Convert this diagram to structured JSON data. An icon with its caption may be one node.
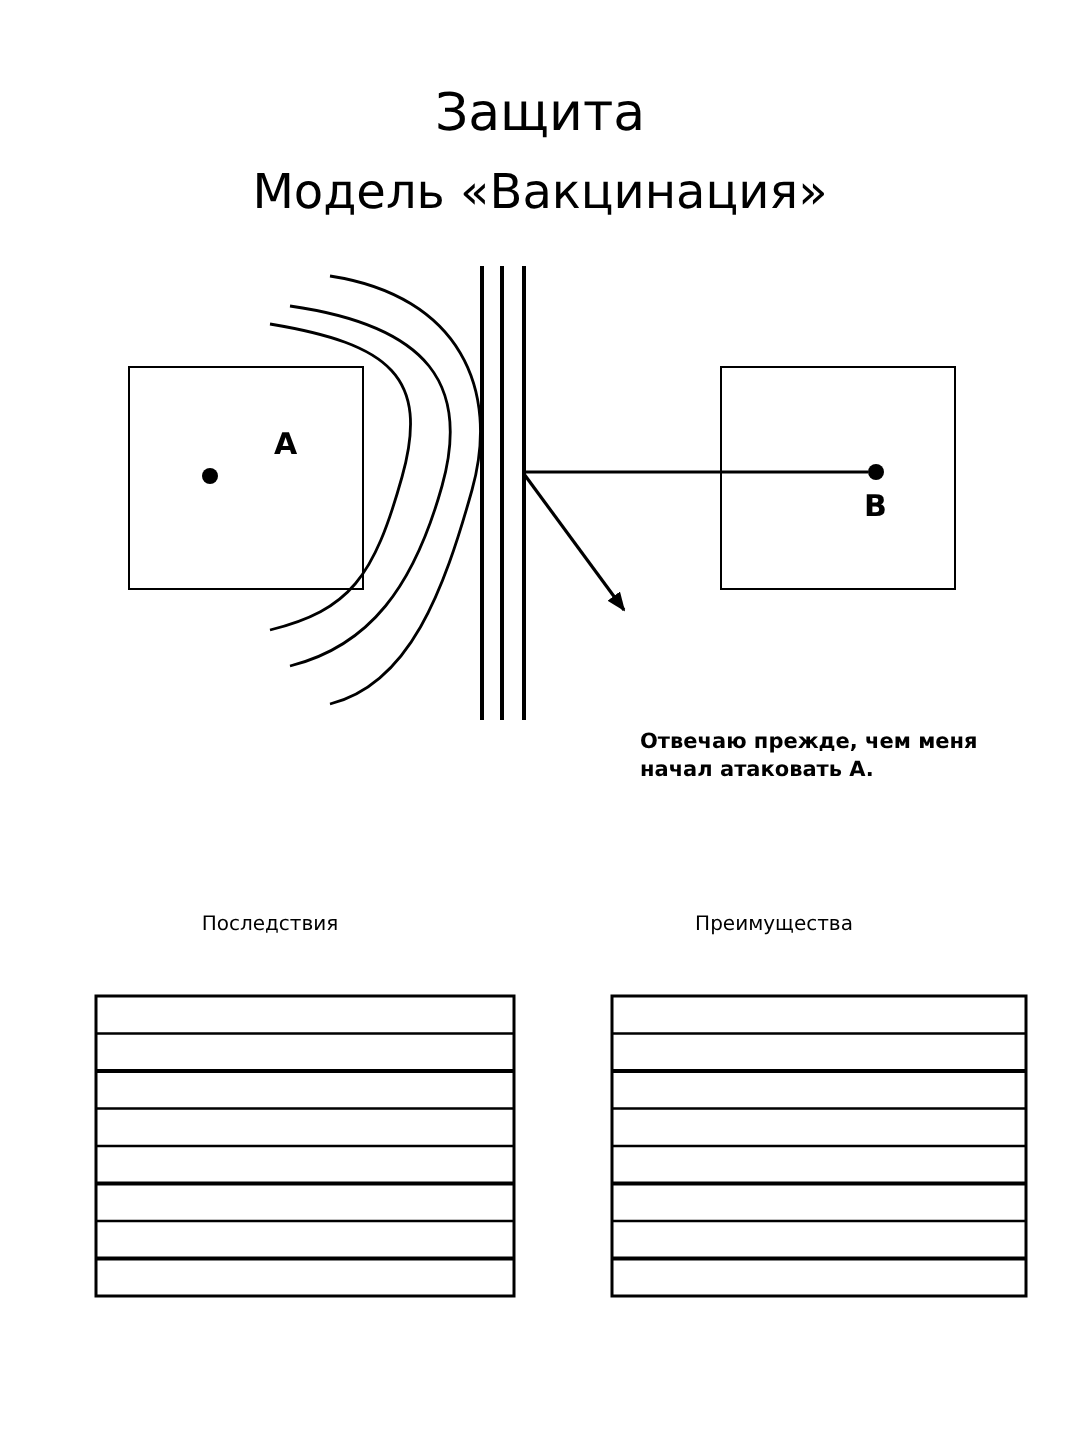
{
  "diagram": {
    "title": "Защита",
    "nodes": [
      {
        "text": [
          "A"
        ]
      },
      {
        "text": [
          "B"
        ]
      },
      {
        "text": [],
        "shape": "circle",
        "in": 1
      },
      {
        "text": [],
        "shape": "bar"
      }
    ],
    "edges": [
      {
        "from": 3,
        "to": 2,
        "arrow": "none"
      },
      {
        "from": 3,
        "to": null,
        "arrow": "to"
      }
    ],
    "labels": [
      "Модель «Вакцинация»",
      "Отвечаю прежде, чем меня начал атаковать А.",
      "Последствия",
      "Преимущества"
    ]
  }
}
